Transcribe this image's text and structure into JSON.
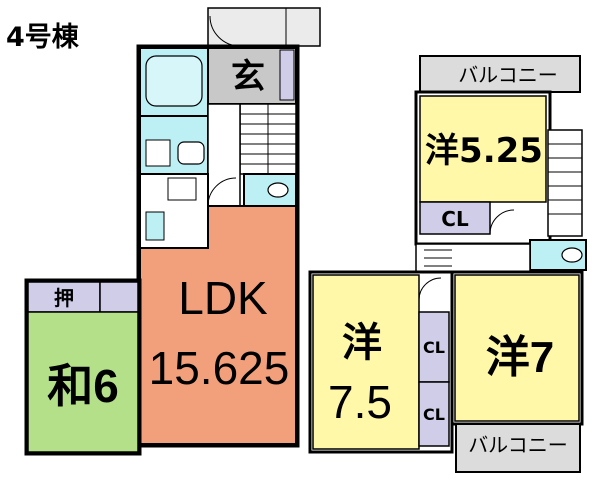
{
  "title": "4号棟",
  "colors": {
    "wall": "#000000",
    "ldk": "#f2a07c",
    "washitsu": "#b5e08a",
    "youshitsu": "#fff8a8",
    "storage": "#cfcde8",
    "balcony": "#dcdcdc",
    "wet_area": "#bdf0f5",
    "entrance": "#c8c8c8",
    "exterior": "#ebebeb"
  },
  "floor1": {
    "entrance_label": "玄",
    "ldk_label": "LDK",
    "ldk_size": "15.625",
    "washitsu_label": "和6",
    "oshiire_label": "押"
  },
  "floor2": {
    "balcony_top_label": "バルコニー",
    "balcony_bottom_label": "バルコニー",
    "room_a_label": "洋5.25",
    "room_a_closet_label": "CL",
    "room_b_label": "洋",
    "room_b_size": "7.5",
    "room_b_closet1_label": "CL",
    "room_b_closet2_label": "CL",
    "room_c_label": "洋7"
  }
}
